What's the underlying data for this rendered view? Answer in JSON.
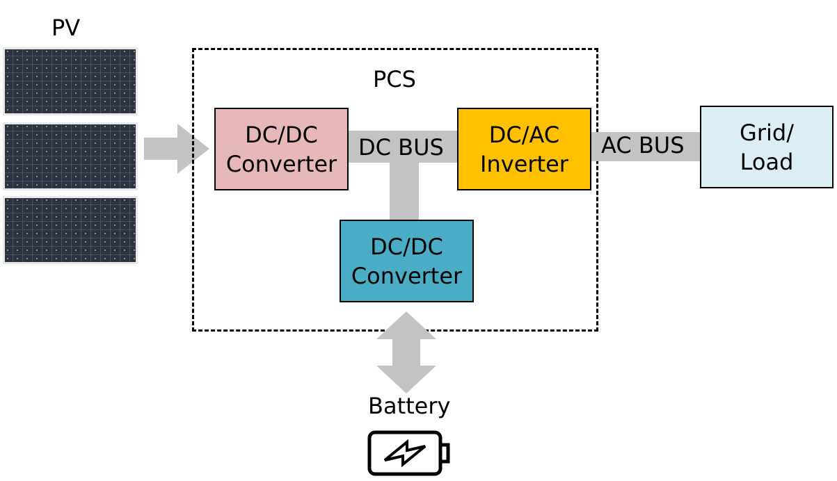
{
  "pv": {
    "label": "PV"
  },
  "pcs": {
    "label": "PCS"
  },
  "dcdc_pv": {
    "line1": "DC/DC",
    "line2": "Converter",
    "color": "#e6b9b8"
  },
  "dc_bus": {
    "label": "DC BUS"
  },
  "inverter": {
    "line1": "DC/AC",
    "line2": "Inverter",
    "color": "#ffc000"
  },
  "ac_bus": {
    "label": "AC BUS"
  },
  "grid": {
    "line1": "Grid/",
    "line2": "Load",
    "color": "#dbeef4"
  },
  "dcdc_batt": {
    "line1": "DC/DC",
    "line2": "Converter",
    "color": "#4bacc6"
  },
  "battery": {
    "label": "Battery",
    "icon": "battery-icon"
  },
  "colors": {
    "bus": "#c3c3c3",
    "panel": "#2a2f3a"
  }
}
